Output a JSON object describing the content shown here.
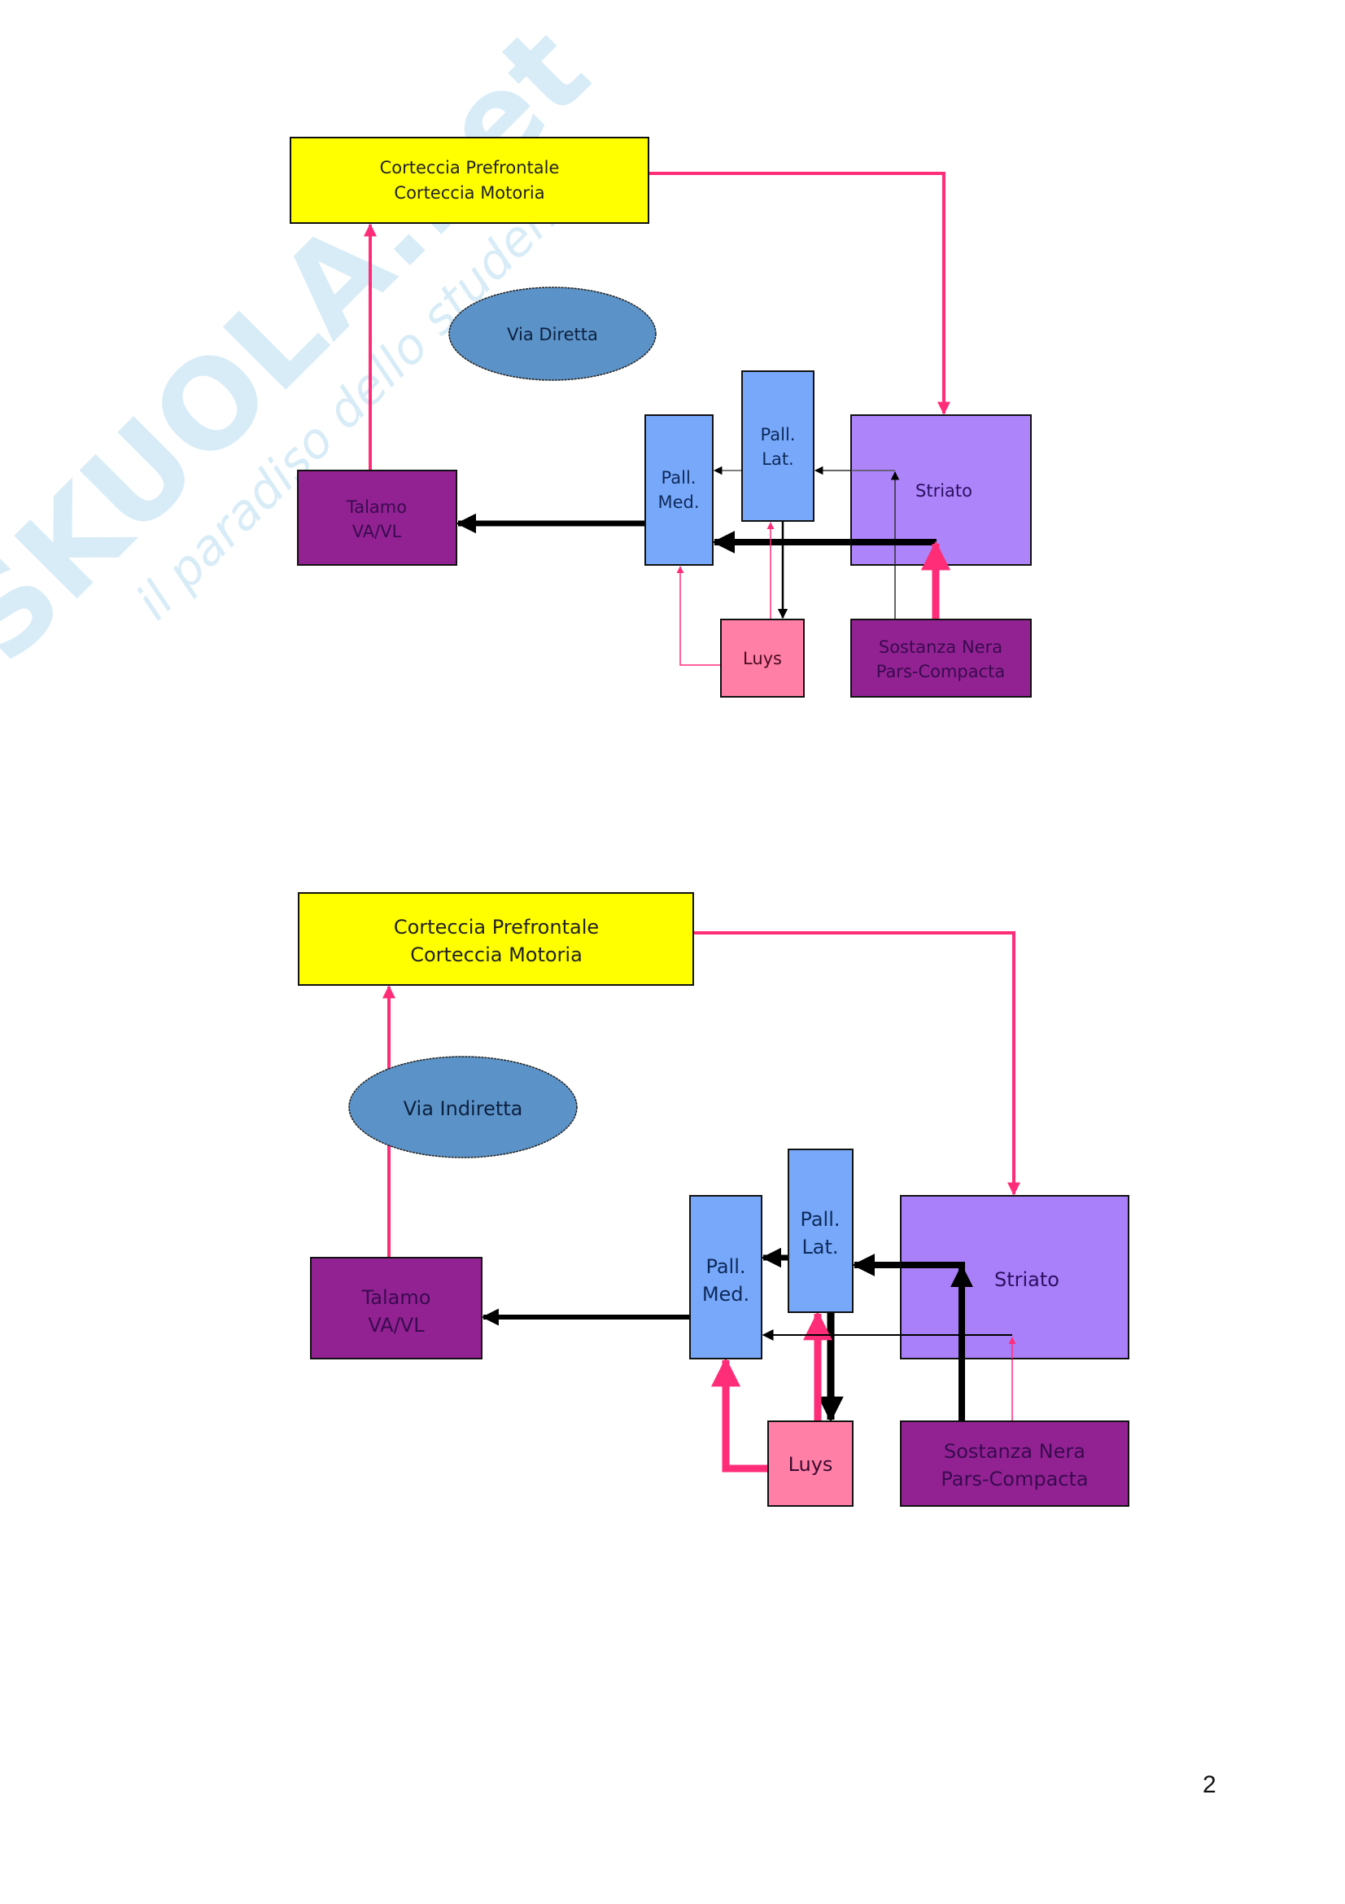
{
  "page": {
    "number": "2"
  },
  "watermark": {
    "brand": "SKUOLA.net",
    "tagline": "il paradiso dello studente"
  },
  "colors": {
    "cortex": "#FFFF00",
    "ellipse": "#5B93C8",
    "thalamus": "#922292",
    "pallidum": "#78A8FA",
    "striatum": "#AA80FA",
    "luys": "#FF7FA6",
    "substantia_nigra": "#922292",
    "excitatory": "#FF2D78",
    "inhibitory": "#000000"
  },
  "diagrams": [
    {
      "id": "direct",
      "title": "Via Diretta",
      "nodes": {
        "cortex": [
          "Corteccia Prefrontale",
          "Corteccia Motoria"
        ],
        "thalamus": [
          "Talamo",
          "VA/VL"
        ],
        "pall_med": [
          "Pall.",
          "Med."
        ],
        "pall_lat": [
          "Pall.",
          "Lat."
        ],
        "striatum": [
          "Striato"
        ],
        "luys": [
          "Luys"
        ],
        "sn": [
          "Sostanza Nera",
          "Pars-Compacta"
        ]
      },
      "connections": [
        {
          "from": "cortex",
          "to": "striatum",
          "type": "excitatory",
          "weight": "normal"
        },
        {
          "from": "thalamus",
          "to": "cortex",
          "type": "excitatory",
          "weight": "normal"
        },
        {
          "from": "pall_med",
          "to": "thalamus",
          "type": "inhibitory",
          "weight": "strong"
        },
        {
          "from": "striatum",
          "to": "pall_med",
          "type": "inhibitory",
          "weight": "strong"
        },
        {
          "from": "striatum",
          "to": "pall_lat",
          "type": "inhibitory",
          "weight": "weak"
        },
        {
          "from": "pall_lat",
          "to": "pall_med",
          "type": "inhibitory",
          "weight": "weak"
        },
        {
          "from": "pall_lat",
          "to": "luys",
          "type": "inhibitory",
          "weight": "normal"
        },
        {
          "from": "luys",
          "to": "pall_lat",
          "type": "excitatory",
          "weight": "weak"
        },
        {
          "from": "luys",
          "to": "pall_med",
          "type": "excitatory",
          "weight": "weak"
        },
        {
          "from": "sn",
          "to": "striatum",
          "type": "excitatory",
          "weight": "strong"
        },
        {
          "from": "sn",
          "to": "striatum",
          "type": "inhibitory",
          "weight": "weak"
        }
      ]
    },
    {
      "id": "indirect",
      "title": "Via Indiretta",
      "nodes": {
        "cortex": [
          "Corteccia Prefrontale",
          "Corteccia Motoria"
        ],
        "thalamus": [
          "Talamo",
          "VA/VL"
        ],
        "pall_med": [
          "Pall.",
          "Med."
        ],
        "pall_lat": [
          "Pall.",
          "Lat."
        ],
        "striatum": [
          "Striato"
        ],
        "luys": [
          "Luys"
        ],
        "sn": [
          "Sostanza Nera",
          "Pars-Compacta"
        ]
      },
      "connections": [
        {
          "from": "cortex",
          "to": "striatum",
          "type": "excitatory",
          "weight": "normal"
        },
        {
          "from": "thalamus",
          "to": "cortex",
          "type": "excitatory",
          "weight": "normal"
        },
        {
          "from": "pall_med",
          "to": "thalamus",
          "type": "inhibitory",
          "weight": "strong"
        },
        {
          "from": "striatum",
          "to": "pall_lat",
          "type": "inhibitory",
          "weight": "strong"
        },
        {
          "from": "pall_lat",
          "to": "pall_med",
          "type": "inhibitory",
          "weight": "strong"
        },
        {
          "from": "pall_lat",
          "to": "luys",
          "type": "inhibitory",
          "weight": "strong"
        },
        {
          "from": "luys",
          "to": "pall_lat",
          "type": "excitatory",
          "weight": "strong"
        },
        {
          "from": "luys",
          "to": "pall_med",
          "type": "excitatory",
          "weight": "strong"
        },
        {
          "from": "sn",
          "to": "striatum",
          "type": "inhibitory",
          "weight": "strong"
        },
        {
          "from": "striatum",
          "to": "pall_med",
          "type": "inhibitory",
          "weight": "weak"
        },
        {
          "from": "sn",
          "to": "striatum",
          "type": "excitatory",
          "weight": "weak"
        }
      ]
    }
  ]
}
